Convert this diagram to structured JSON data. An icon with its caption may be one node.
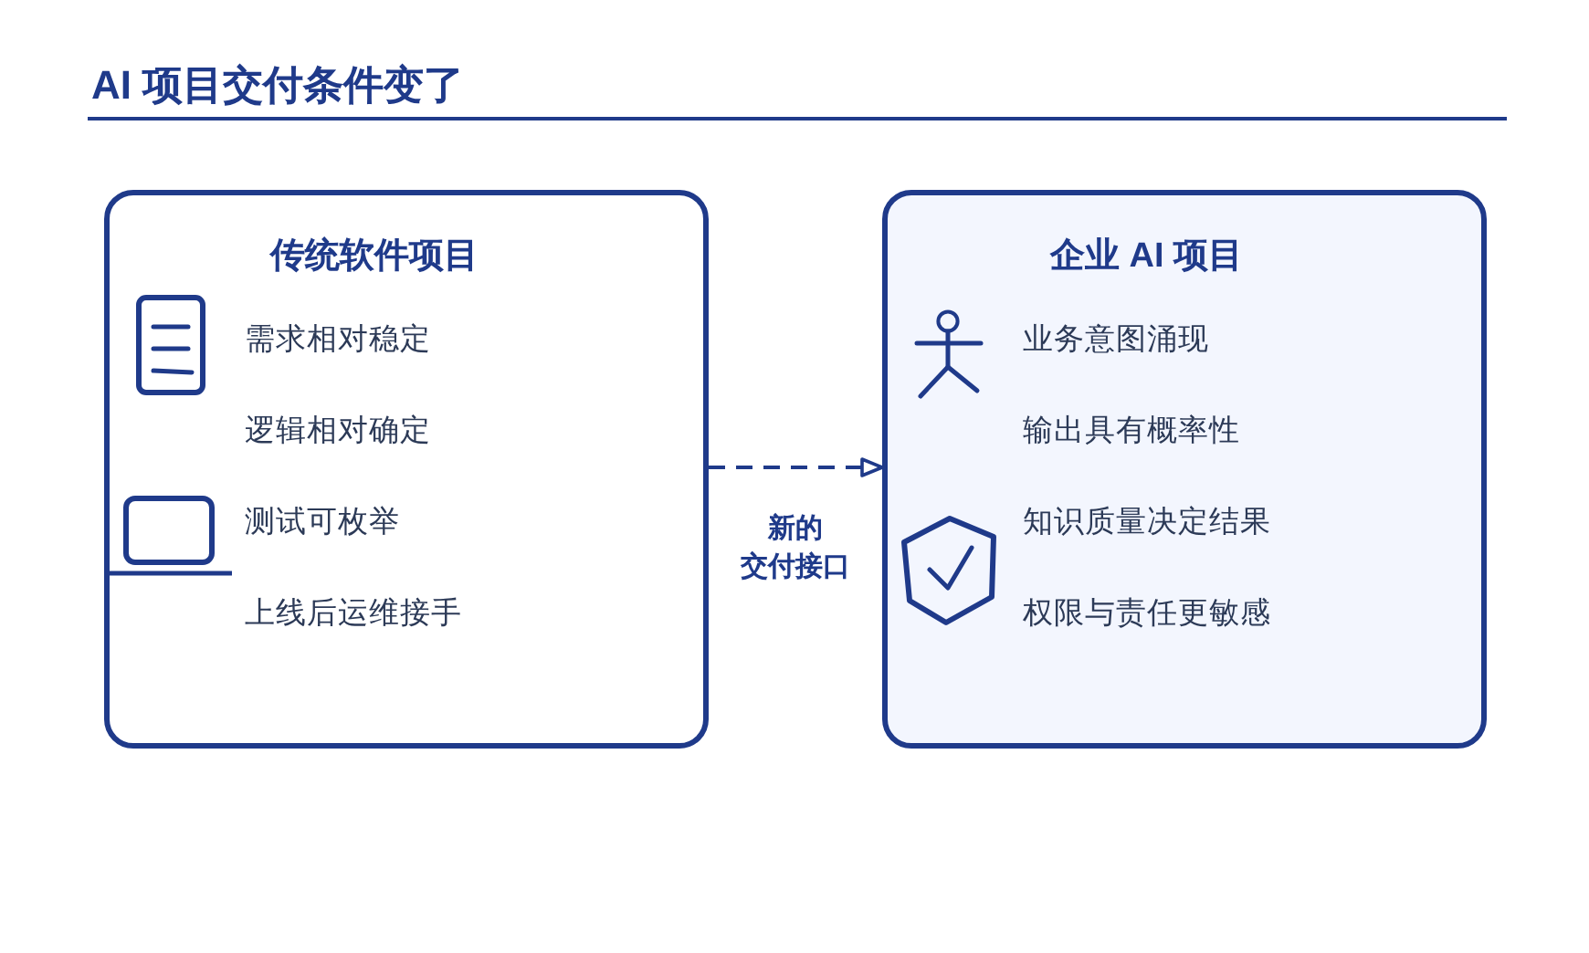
{
  "diagram": {
    "title": "AI 项目交付条件变了",
    "nodes": [
      {
        "text": [
          "传统软件项目",
          "需求相对稳定",
          "逻辑相对确定",
          "测试可枚举",
          "上线后运维接手"
        ]
      },
      {
        "text": [
          "企业 AI 项目",
          "业务意图涌现",
          "输出具有概率性",
          "知识质量决定结果",
          "权限与责任更敏感"
        ]
      }
    ],
    "edges": [
      {
        "from": 0,
        "to": 1,
        "arrow": "to",
        "label": "新的交付接口",
        "style": "dashed"
      }
    ]
  }
}
